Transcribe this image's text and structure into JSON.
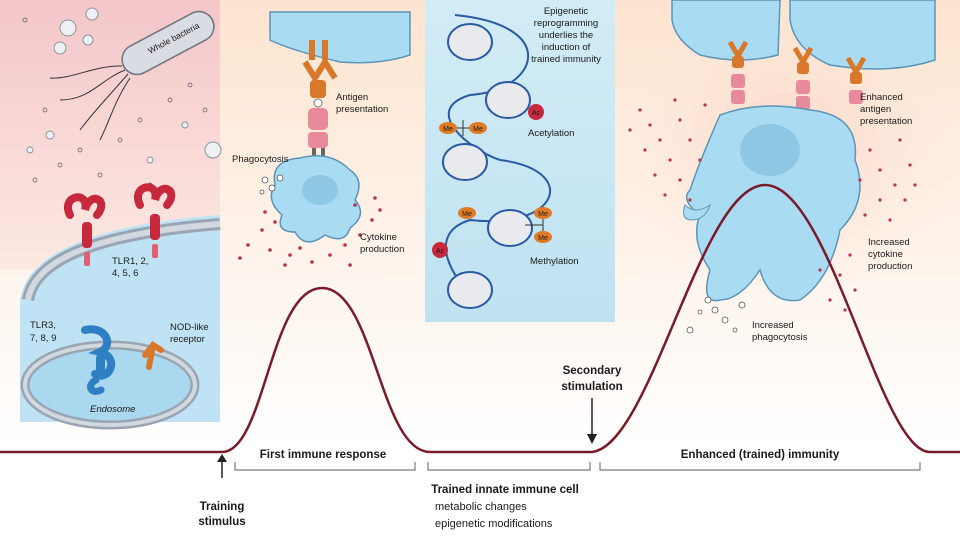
{
  "panels": {
    "bacteria": {
      "label": "Whole bacteria"
    },
    "tlr_surface": {
      "line1": "TLR1, 2,",
      "line2": "4, 5, 6"
    },
    "tlr_endo": {
      "line1": "TLR3,",
      "line2": "7, 8, 9"
    },
    "nod": {
      "line1": "NOD-like",
      "line2": "receptor"
    },
    "endosome": {
      "label": "Endosome"
    }
  },
  "first_cell": {
    "antigen_line1": "Antigen",
    "antigen_line2": "presentation",
    "phagocytosis": "Phagocytosis",
    "cytokine_line1": "Cytokine",
    "cytokine_line2": "production"
  },
  "epigenetic": {
    "line1": "Epigenetic",
    "line2": "reprogramming",
    "line3": "underlies the",
    "line4": "induction of",
    "line5": "trained immunity",
    "acetylation": "Acetylation",
    "methylation": "Methylation",
    "me": "Me",
    "ac": "Ac"
  },
  "trained_cell": {
    "antigen_line1": "Enhanced",
    "antigen_line2": "antigen",
    "antigen_line3": "presentation",
    "cytokine_line1": "Increased",
    "cytokine_line2": "cytokine",
    "cytokine_line3": "production",
    "phago_line1": "Increased",
    "phago_line2": "phagocytosis"
  },
  "timeline": {
    "first_response": "First immune response",
    "training_line1": "Training",
    "training_line2": "stimulus",
    "trained_cell_title": "Trained innate immune cell",
    "trained_cell_sub1": "metabolic changes",
    "trained_cell_sub2": "epigenetic modifications",
    "secondary_line1": "Secondary",
    "secondary_line2": "stimulation",
    "enhanced": "Enhanced (trained) immunity"
  },
  "colors": {
    "curve": "#7a1a2a",
    "cell": "#a9dcf2",
    "receptor_red": "#c8283c",
    "receptor_orange": "#d9782a",
    "receptor_pink": "#e88a9c",
    "dots": "#b8324a"
  }
}
